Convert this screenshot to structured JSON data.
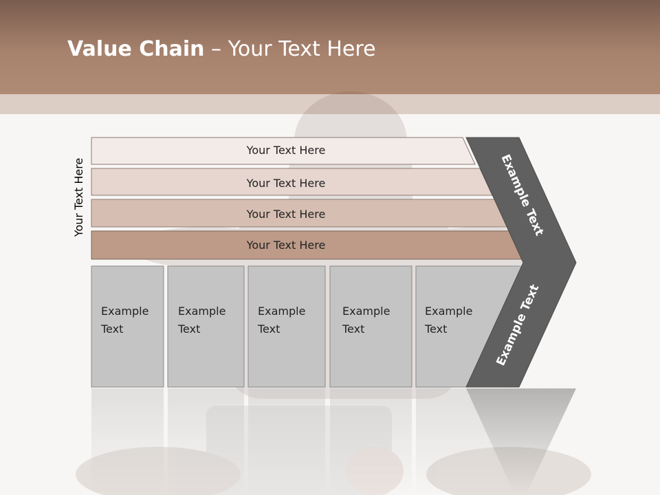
{
  "slide": {
    "title_bold": "Value Chain",
    "title_rest": " – Your Text Here",
    "side_label": "Your Text Here"
  },
  "bars": [
    {
      "label": "Your Text Here",
      "color": "#f3ebe8"
    },
    {
      "label": "Your Text Here",
      "color": "#e6d6cf"
    },
    {
      "label": "Your Text Here",
      "color": "#d6bfb2"
    },
    {
      "label": "Your Text Here",
      "color": "#bd9b88"
    }
  ],
  "activities": [
    {
      "line1": "Example",
      "line2": "Text"
    },
    {
      "line1": "Example",
      "line2": "Text"
    },
    {
      "line1": "Example",
      "line2": "Text"
    },
    {
      "line1": "Example",
      "line2": "Text"
    },
    {
      "line1": "Example",
      "line2": "Text"
    }
  ],
  "chevron": {
    "upper_text": "Example Text",
    "lower_text": "Example Text",
    "color": "#606060"
  },
  "colors": {
    "header": "#a7826d",
    "box_fill": "#c4c4c4",
    "box_border": "#8a8a8a"
  }
}
